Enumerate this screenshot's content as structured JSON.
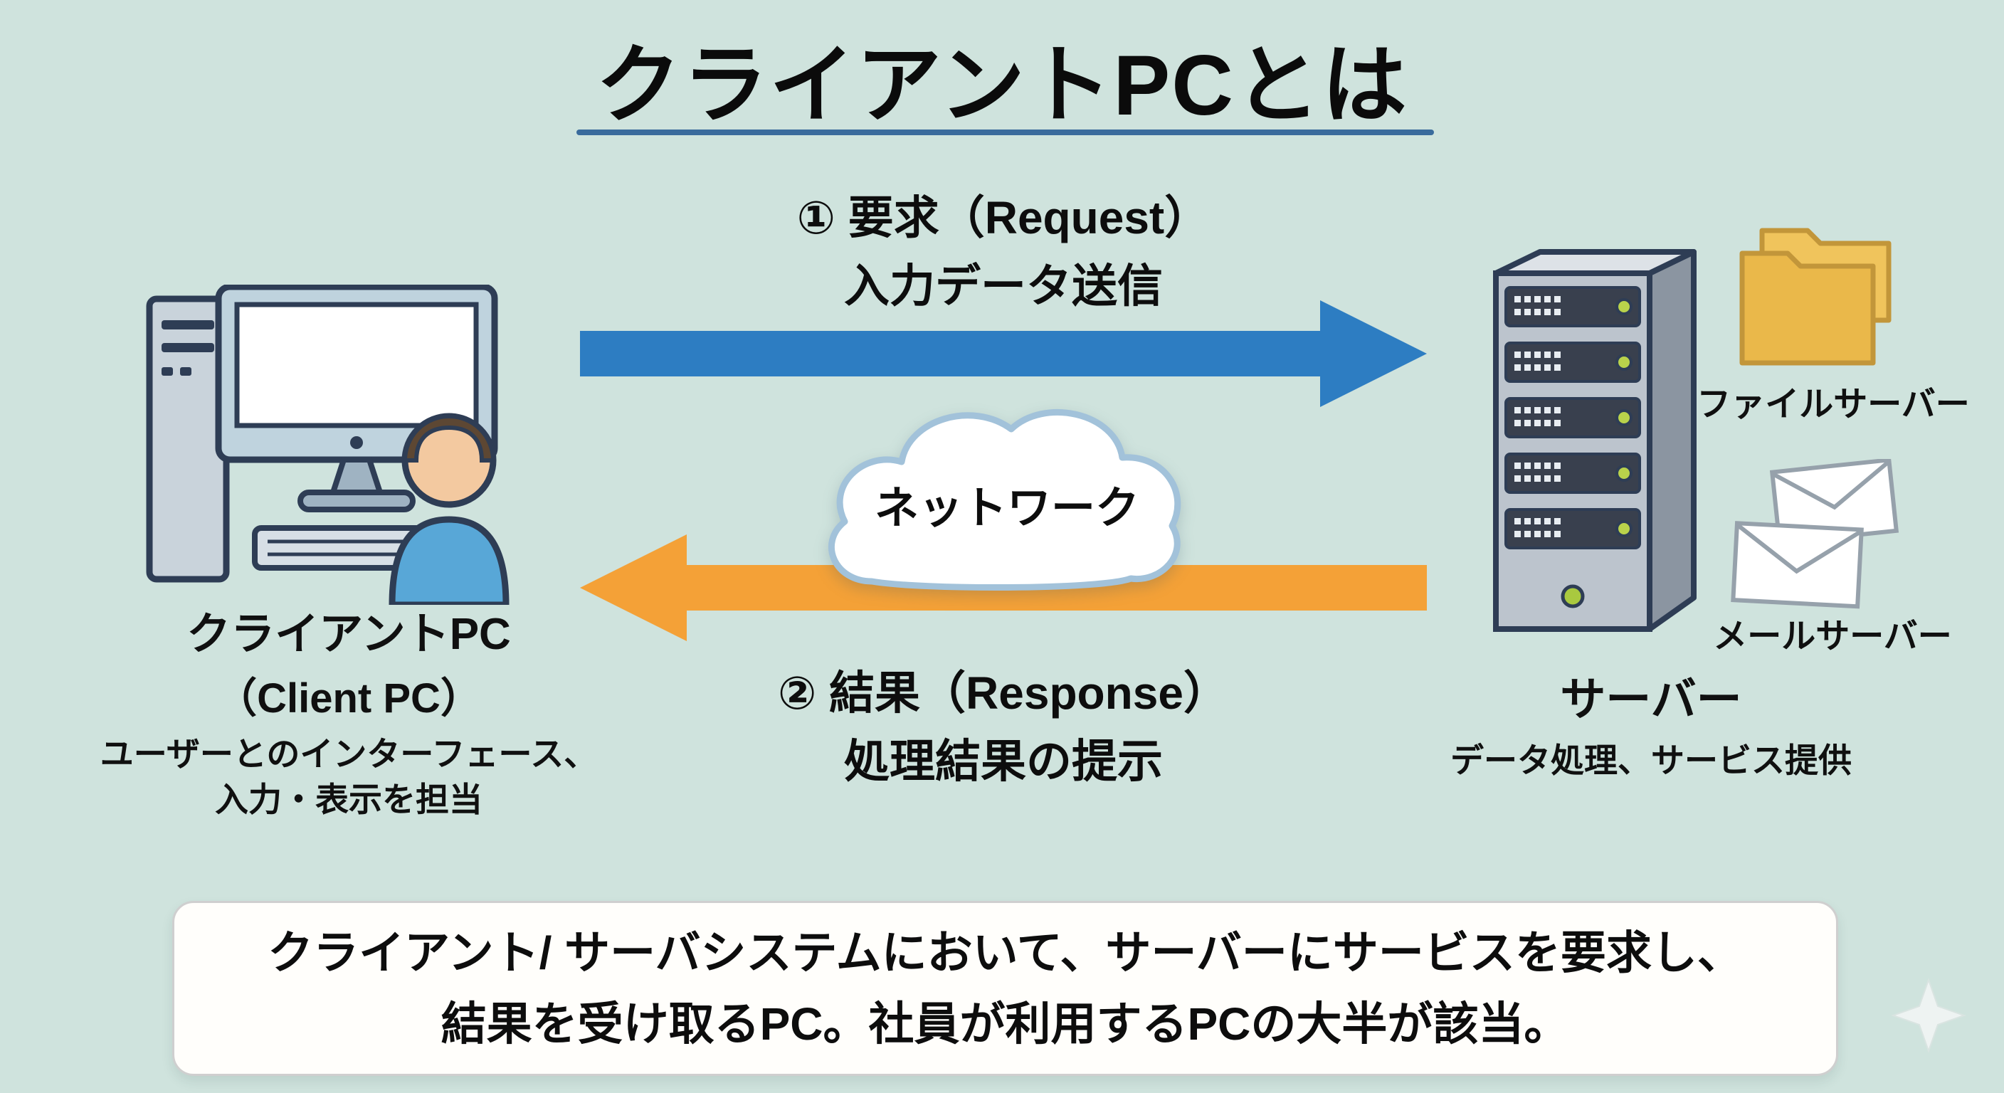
{
  "page": {
    "title": "クライアントPCとは"
  },
  "flows": {
    "request": {
      "line1": "① 要求（Request）",
      "line2": "入力データ送信",
      "direction": "left-to-right"
    },
    "response": {
      "line1": "② 結果（Response）",
      "line2": "処理結果の提示",
      "direction": "right-to-left"
    },
    "network": {
      "label": "ネットワーク"
    }
  },
  "client": {
    "name": "クライアントPC",
    "name_en": "（Client PC）",
    "desc1": "ユーザーとのインターフェース、",
    "desc2": "入力・表示を担当"
  },
  "server": {
    "name": "サーバー",
    "desc": "データ処理、サービス提供",
    "file_server_label": "ファイルサーバー",
    "mail_server_label": "メールサーバー"
  },
  "summary": {
    "line1": "クライアント/ サーバシステムにおいて、サーバーにサービスを要求し、",
    "line2": "結果を受け取るPC。社員が利用するPCの大半が該当。"
  },
  "icons": {
    "client_pc": "desktop-computer-with-user",
    "network": "cloud",
    "request": "right-arrow",
    "response": "left-arrow",
    "server": "server-tower",
    "file_server": "folders",
    "mail_server": "envelopes",
    "decoration": "sparkle"
  },
  "colors": {
    "background": "#cfe3dd",
    "title_underline": "#3a6b9c",
    "request_arrow": "#2d7dc2",
    "response_arrow": "#f4a137",
    "cloud_outline": "#a2c2da",
    "outline_navy": "#2e3d55",
    "text": "#0d0d0d"
  }
}
